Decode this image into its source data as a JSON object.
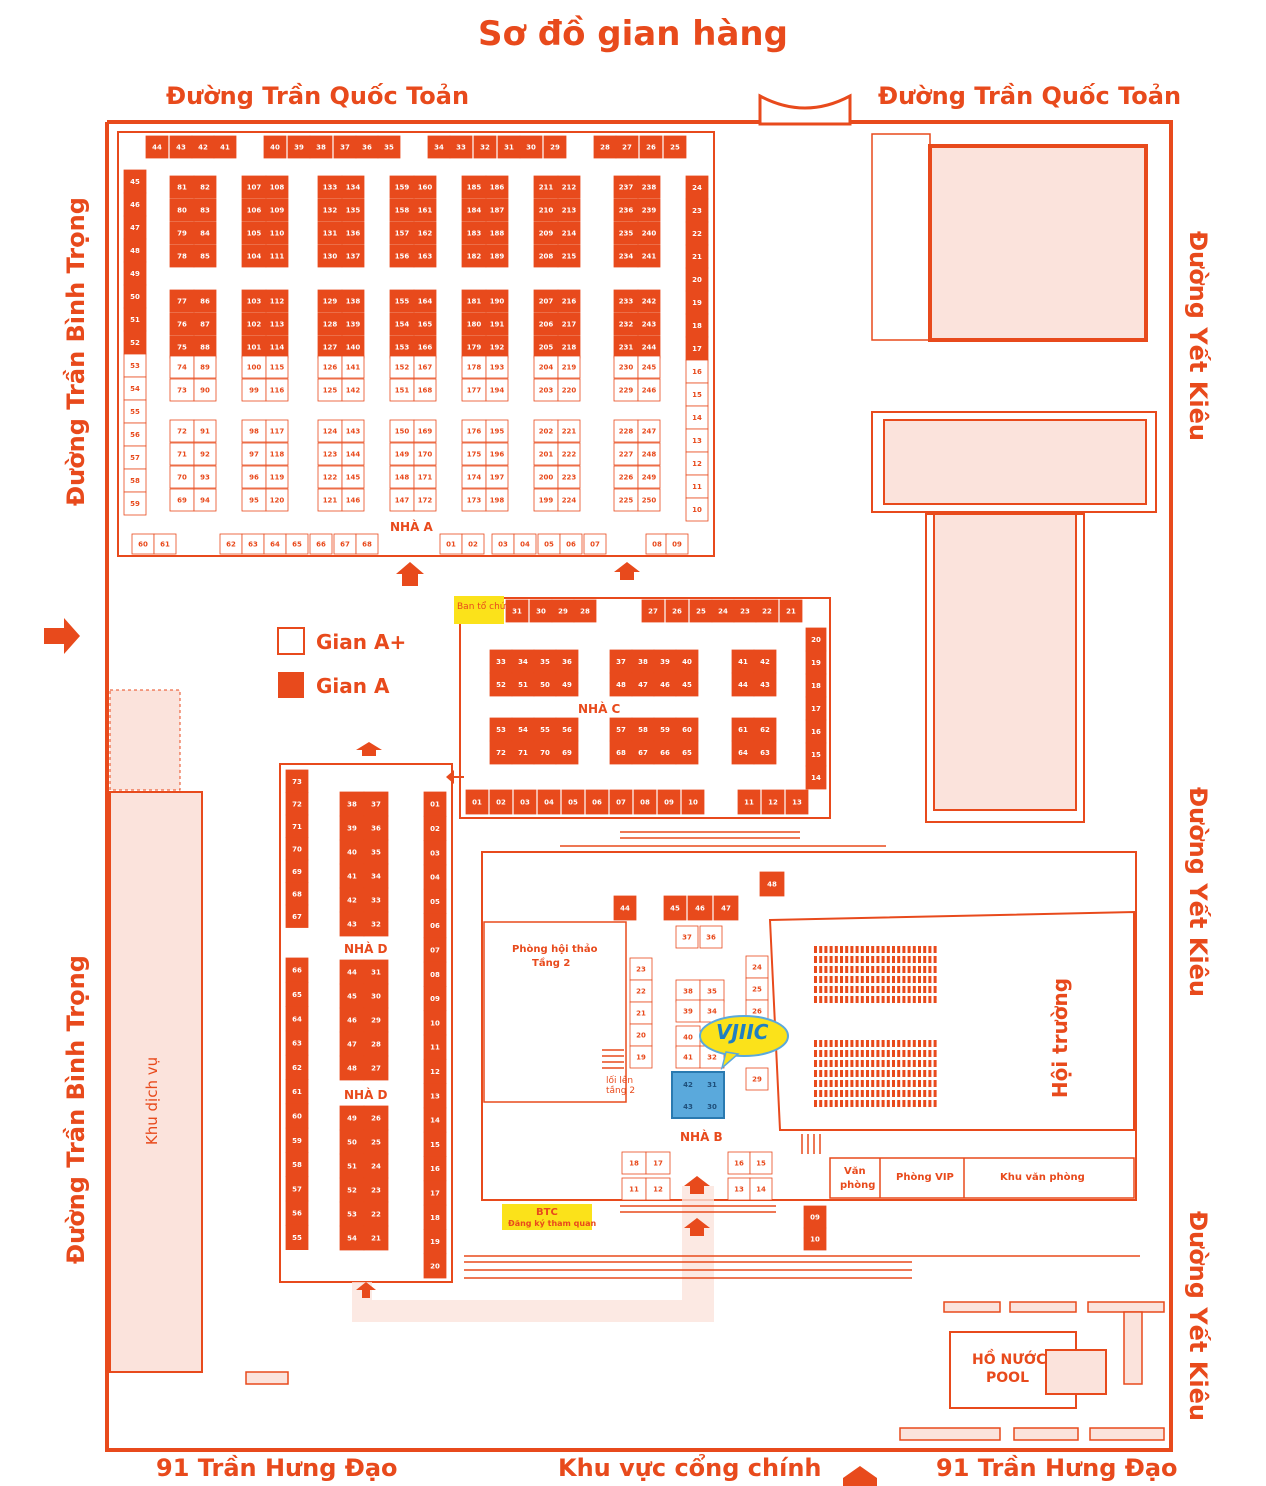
{
  "title": "Sơ đồ gian hàng",
  "streets": {
    "top_left": "Đường Trần Quốc Toản",
    "top_right": "Đường Trần Quốc Toản",
    "left_upper": "Đường Trần Bình Trọng",
    "left_lower": "Đường Trần Bình Trọng",
    "right_1": "Đường Yết Kiêu",
    "right_2": "Đường Yết Kiêu",
    "right_3": "Đường Yết Kiêu",
    "bottom_left": "91 Trần Hưng Đạo",
    "bottom_center": "Khu vực cổng chính",
    "bottom_right": "91 Trần Hưng Đạo"
  },
  "legend": {
    "a_plus": "Gian A+",
    "a": "Gian A"
  },
  "halls": {
    "a": "NHÀ A",
    "b": "NHÀ B",
    "c": "NHÀ C",
    "d1": "NHÀ D",
    "d2": "NHÀ D"
  },
  "rooms": {
    "ban_to_chuc": "Ban tổ chức",
    "phong_hoi_thao": "Phòng hội thảo",
    "tang2": "Tầng 2",
    "loi_len": "lối lên",
    "tang2b": "tầng 2",
    "hoi_truong": "Hội trường",
    "van_phong_1": "Văn",
    "van_phong_2": "phòng",
    "phong_vip": "Phòng VIP",
    "khu_van_phong": "Khu văn phòng",
    "btc": "BTC",
    "dang_ky": "Đăng ký tham quan",
    "khu_dich_vu": "Khu dịch vụ",
    "ho_nuoc": "HỒ NƯỚC",
    "pool": "POOL",
    "logo": "VJIIC"
  },
  "colors": {
    "primary": "#e84a1c",
    "booth_a": "#e84a1c",
    "booth_a_plus": "#ffffff",
    "pale": "#fbe3dc",
    "highlight": "#fbe21a",
    "selected": "#5aa9dc"
  },
  "booths": {
    "hall_a_top": [
      "44",
      "43",
      "42",
      "41",
      "40",
      "39",
      "38",
      "37",
      "36",
      "35",
      "34",
      "33",
      "32",
      "31",
      "30",
      "29",
      "28",
      "27",
      "26",
      "25"
    ],
    "hall_a_left": [
      "45",
      "46",
      "47",
      "48",
      "49",
      "50",
      "51",
      "52",
      "53",
      "54",
      "55",
      "56",
      "57",
      "58",
      "59"
    ],
    "hall_a_right": [
      "24",
      "23",
      "22",
      "21",
      "20",
      "19",
      "18",
      "17",
      "16",
      "15",
      "14",
      "13",
      "12",
      "11",
      "10"
    ],
    "hall_a_bottom": [
      "60",
      "61",
      "62",
      "63",
      "64",
      "65",
      "66",
      "67",
      "68",
      "01",
      "02",
      "03",
      "04",
      "05",
      "06",
      "07",
      "08",
      "09"
    ],
    "hall_a_blocks": [
      {
        "top": [
          "81",
          "80",
          "79",
          "78",
          "77",
          "76",
          "75",
          "74",
          "73",
          "72",
          "71",
          "70",
          "69"
        ],
        "bottom": [
          "82",
          "83",
          "84",
          "85",
          "86",
          "87",
          "88",
          "89",
          "90",
          "91",
          "92",
          "93",
          "94"
        ]
      },
      {
        "top": [
          "107",
          "106",
          "105",
          "104",
          "103",
          "102",
          "101",
          "100",
          "99",
          "98",
          "97",
          "96",
          "95"
        ],
        "bottom": [
          "108",
          "109",
          "110",
          "111",
          "112",
          "113",
          "114",
          "115",
          "116",
          "117",
          "118",
          "119",
          "120"
        ]
      },
      {
        "top": [
          "133",
          "132",
          "131",
          "130",
          "129",
          "128",
          "127",
          "126",
          "125",
          "124",
          "123",
          "122",
          "121"
        ],
        "bottom": [
          "134",
          "135",
          "136",
          "137",
          "138",
          "139",
          "140",
          "141",
          "142",
          "143",
          "144",
          "145",
          "146"
        ]
      },
      {
        "top": [
          "159",
          "158",
          "157",
          "156",
          "155",
          "154",
          "153",
          "152",
          "151",
          "150",
          "149",
          "148",
          "147"
        ],
        "bottom": [
          "160",
          "161",
          "162",
          "163",
          "164",
          "165",
          "166",
          "167",
          "168",
          "169",
          "170",
          "171",
          "172"
        ]
      },
      {
        "top": [
          "185",
          "184",
          "183",
          "182",
          "181",
          "180",
          "179",
          "178",
          "177",
          "176",
          "175",
          "174",
          "173"
        ],
        "bottom": [
          "186",
          "187",
          "188",
          "189",
          "190",
          "191",
          "192",
          "193",
          "194",
          "195",
          "196",
          "197",
          "198"
        ]
      },
      {
        "top": [
          "211",
          "210",
          "209",
          "208",
          "207",
          "206",
          "205",
          "204",
          "203",
          "202",
          "201",
          "200",
          "199"
        ],
        "bottom": [
          "212",
          "213",
          "214",
          "215",
          "216",
          "217",
          "218",
          "219",
          "220",
          "221",
          "222",
          "223",
          "224"
        ]
      },
      {
        "top": [
          "237",
          "236",
          "235",
          "234",
          "233",
          "232",
          "231",
          "230",
          "229",
          "228",
          "227",
          "226",
          "225"
        ],
        "bottom": [
          "238",
          "239",
          "240",
          "241",
          "242",
          "243",
          "244",
          "245",
          "246",
          "247",
          "248",
          "249",
          "250"
        ]
      }
    ],
    "hall_c_top": [
      "31",
      "30",
      "29",
      "28",
      "27",
      "26",
      "25",
      "24",
      "23",
      "22",
      "21"
    ],
    "hall_c_right": [
      "20",
      "19",
      "18",
      "17",
      "16",
      "15",
      "14"
    ],
    "hall_c_bottom": [
      "01",
      "02",
      "03",
      "04",
      "05",
      "06",
      "07",
      "08",
      "09",
      "10",
      "11",
      "12",
      "13"
    ],
    "hall_c_blocks": [
      [
        "33",
        "34",
        "35",
        "36",
        "52",
        "51",
        "50",
        "49"
      ],
      [
        "37",
        "38",
        "39",
        "40",
        "48",
        "47",
        "46",
        "45"
      ],
      [
        "41",
        "42",
        "44",
        "43"
      ],
      [
        "53",
        "54",
        "55",
        "56",
        "72",
        "71",
        "70",
        "69"
      ],
      [
        "57",
        "58",
        "59",
        "60",
        "68",
        "67",
        "66",
        "65"
      ],
      [
        "61",
        "62",
        "64",
        "63"
      ]
    ],
    "hall_d_outer_left": [
      "73",
      "72",
      "71",
      "70",
      "69",
      "68",
      "67",
      "66",
      "65",
      "64",
      "63",
      "62",
      "61",
      "60",
      "59",
      "58",
      "57",
      "56",
      "55"
    ],
    "hall_d_outer_right": [
      "01",
      "02",
      "03",
      "04",
      "05",
      "06",
      "07",
      "08",
      "09",
      "10",
      "11",
      "12",
      "13",
      "14",
      "15",
      "16",
      "17",
      "18",
      "19",
      "20"
    ],
    "hall_d_inner": [
      "38",
      "37",
      "39",
      "36",
      "40",
      "35",
      "41",
      "34",
      "42",
      "33",
      "43",
      "32",
      "44",
      "31",
      "45",
      "30",
      "46",
      "29",
      "47",
      "28",
      "48",
      "27",
      "49",
      "26",
      "50",
      "25",
      "51",
      "24",
      "52",
      "23",
      "53",
      "22",
      "54",
      "21"
    ],
    "hall_b": [
      "44",
      "45",
      "46",
      "47",
      "48",
      "37",
      "36",
      "23",
      "22",
      "21",
      "20",
      "19",
      "24",
      "25",
      "26",
      "38",
      "35",
      "39",
      "34",
      "40",
      "41",
      "32",
      "29",
      "42",
      "31",
      "43",
      "30",
      "18",
      "17",
      "11",
      "12",
      "16",
      "15",
      "13",
      "14",
      "09",
      "10"
    ]
  }
}
